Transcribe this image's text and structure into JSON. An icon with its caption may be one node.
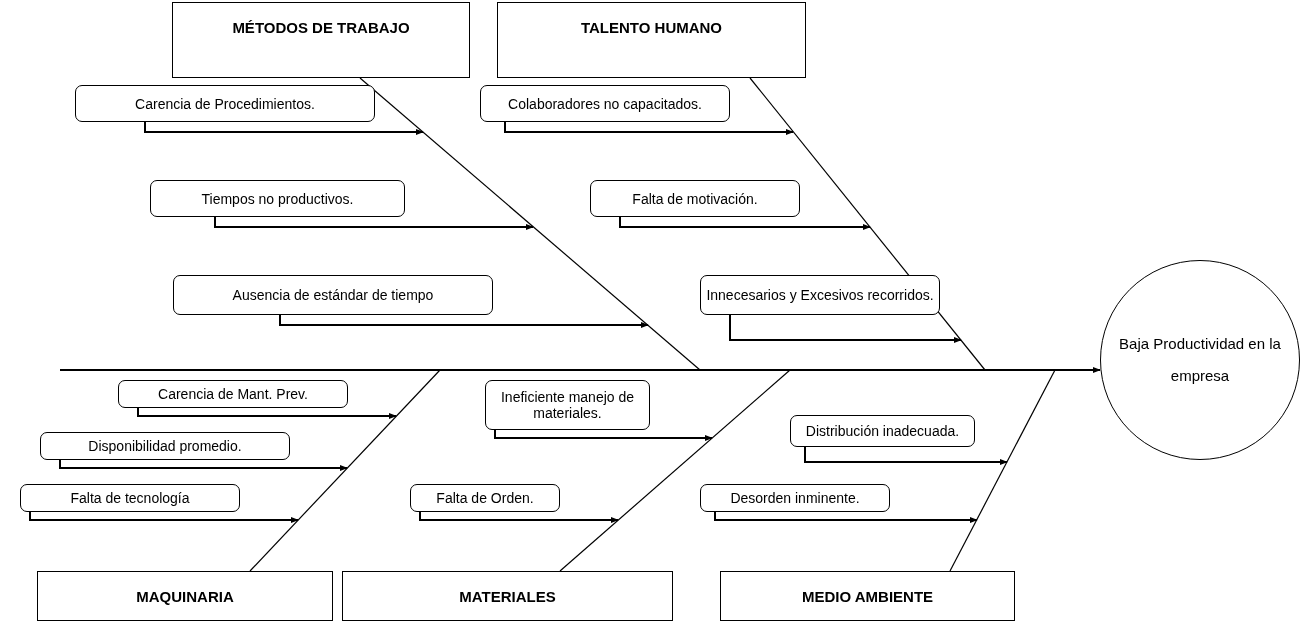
{
  "diagram": {
    "nodes": [
      {
        "text": [
          "Baja Productividad en la empresa"
        ]
      },
      {
        "text": [
          "MÉTODOS DE TRABAJO"
        ]
      },
      {
        "text": [
          "TALENTO HUMANO"
        ]
      },
      {
        "text": [
          "MAQUINARIA"
        ]
      },
      {
        "text": [
          "MATERIALES"
        ]
      },
      {
        "text": [
          "MEDIO AMBIENTE"
        ]
      },
      {
        "text": [
          "Carencia de Procedimientos."
        ]
      },
      {
        "text": [
          "Tiempos no productivos."
        ]
      },
      {
        "text": [
          "Ausencia de estándar de tiempo"
        ]
      },
      {
        "text": [
          "Colaboradores no capacitados."
        ]
      },
      {
        "text": [
          "Falta de motivación."
        ]
      },
      {
        "text": [
          "Innecesarios y Excesivos recorridos."
        ]
      },
      {
        "text": [
          "Carencia de Mant. Prev."
        ]
      },
      {
        "text": [
          "Disponibilidad promedio."
        ]
      },
      {
        "text": [
          "Falta de tecnología"
        ]
      },
      {
        "text": [
          "Ineficiente manejo de materiales."
        ]
      },
      {
        "text": [
          "Falta de Orden."
        ]
      },
      {
        "text": [
          "Distribución inadecuada."
        ]
      },
      {
        "text": [
          "Desorden inminente."
        ]
      }
    ],
    "edges": [
      {
        "from": null,
        "to": 0,
        "arrow": "to"
      },
      {
        "from": 1,
        "to": null,
        "arrow": "none"
      },
      {
        "from": 2,
        "to": null,
        "arrow": "none"
      },
      {
        "from": 3,
        "to": null,
        "arrow": "none"
      },
      {
        "from": 4,
        "to": null,
        "arrow": "none"
      },
      {
        "from": 5,
        "to": null,
        "arrow": "none"
      },
      {
        "from": 6,
        "to": null,
        "arrow": "to"
      },
      {
        "from": 7,
        "to": null,
        "arrow": "to"
      },
      {
        "from": 8,
        "to": null,
        "arrow": "to"
      },
      {
        "from": 9,
        "to": null,
        "arrow": "to"
      },
      {
        "from": 10,
        "to": null,
        "arrow": "to"
      },
      {
        "from": 11,
        "to": null,
        "arrow": "to"
      },
      {
        "from": 12,
        "to": null,
        "arrow": "to"
      },
      {
        "from": 13,
        "to": null,
        "arrow": "to"
      },
      {
        "from": 14,
        "to": null,
        "arrow": "to"
      },
      {
        "from": 15,
        "to": null,
        "arrow": "to"
      },
      {
        "from": 16,
        "to": null,
        "arrow": "to"
      },
      {
        "from": 17,
        "to": null,
        "arrow": "to"
      },
      {
        "from": 18,
        "to": null,
        "arrow": "to"
      }
    ]
  }
}
